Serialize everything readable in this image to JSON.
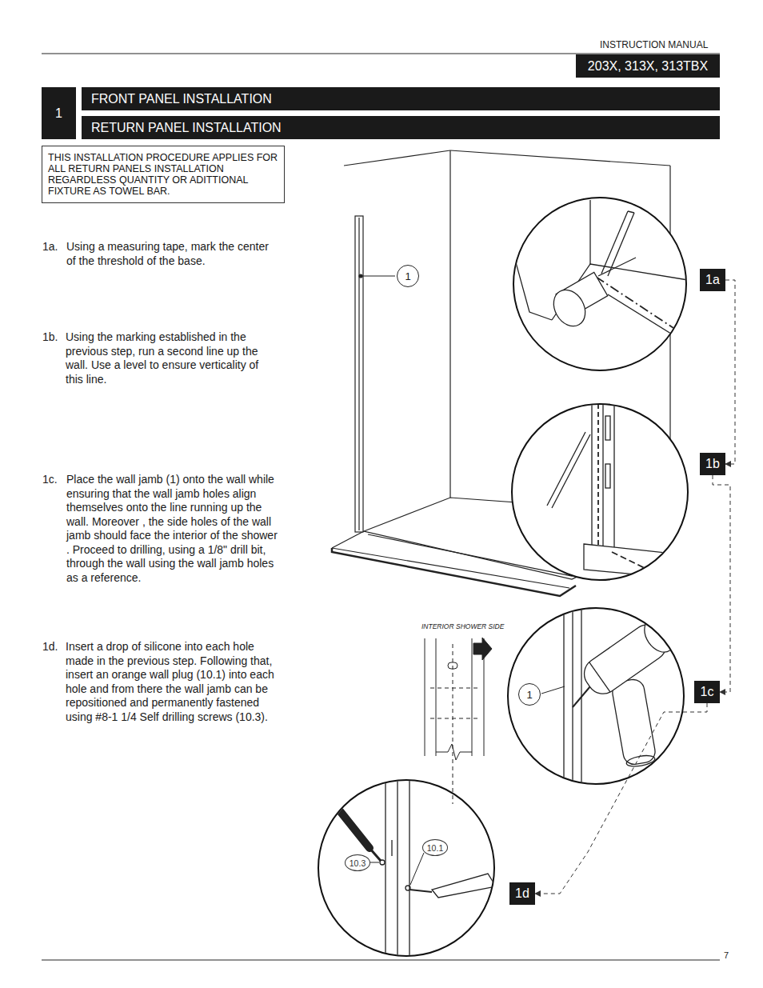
{
  "diagram": {
    "nodes": [
      {
        "text": [
          "203X, 313X, 313TBX"
        ]
      },
      {
        "text": [
          "1"
        ]
      },
      {
        "text": [
          "FRONT PANEL  INSTALLATION"
        ]
      },
      {
        "text": [
          "RETURN PANEL INSTALLATION"
        ]
      },
      {
        "text": [
          "THIS INSTALLATION PROCEDURE APPLIES FOR ALL RETURN PANELS INSTALLATION REGARDLESS QUANTITY OR ADITTIONAL FIXTURE AS TOWEL BAR."
        ]
      },
      {
        "text": [
          "1"
        ]
      },
      {
        "text": [
          "1a"
        ]
      },
      {
        "text": [
          "1b"
        ]
      },
      {
        "text": [
          "1"
        ]
      },
      {
        "text": [
          "1c"
        ]
      },
      {
        "text": [
          "10.3"
        ]
      },
      {
        "text": [
          "10.1"
        ]
      },
      {
        "text": [
          "1d"
        ]
      }
    ],
    "edges": [
      {
        "from": 6,
        "to": 7,
        "arrow": "to"
      },
      {
        "from": 7,
        "to": 9,
        "arrow": "to"
      },
      {
        "from": 9,
        "to": 12,
        "arrow": "to"
      }
    ],
    "labels": [
      "INSTRUCTION MANUAL",
      "1a.",
      "Using a measuring tape, mark the center of the threshold of the base.",
      "1b.",
      "Using the marking established in the previous step, run a second line up the wall. Use a level to ensure verticality of this line.",
      "1c.",
      "Place the wall jamb (1) onto the wall while ensuring that the wall jamb holes align themselves onto the line running up the wall. Moreover  , the side holes of the wall jamb should face the interior of the shower . Proceed to drilling, using a 1/8\" drill bit, through the wall using the wall jamb holes as a reference.",
      "1d.",
      "Insert a drop of silicone into each hole made in the previous step. Following that, insert an orange wall plug (10.1) into each hole and from there the wall jamb can be repositioned and permanently fastened using #8-1 1/4 Self drilling screws (10.3).",
      "INTERIOR SHOWER SIDE",
      "7"
    ]
  }
}
